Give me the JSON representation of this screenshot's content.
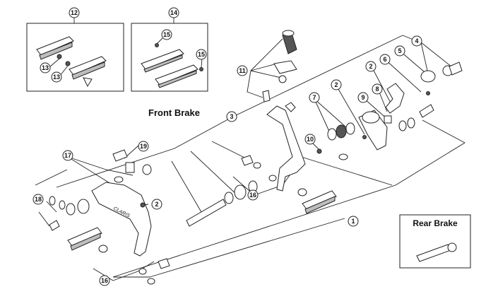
{
  "labels": {
    "front_brake": "Front Brake",
    "rear_brake": "Rear Brake",
    "arm_logo": "CLARIS"
  },
  "callouts": {
    "c1": "1",
    "c2a": "2",
    "c2b": "2",
    "c2c": "2",
    "c3": "3",
    "c4": "4",
    "c5": "5",
    "c6": "6",
    "c7": "7",
    "c8": "8",
    "c9": "9",
    "c10": "10",
    "c11": "11",
    "c12": "12",
    "c13a": "13",
    "c13b": "13",
    "c14": "14",
    "c15a": "15",
    "c15b": "15",
    "c16a": "16",
    "c16b": "16",
    "c17": "17",
    "c18": "18",
    "c19": "19"
  }
}
